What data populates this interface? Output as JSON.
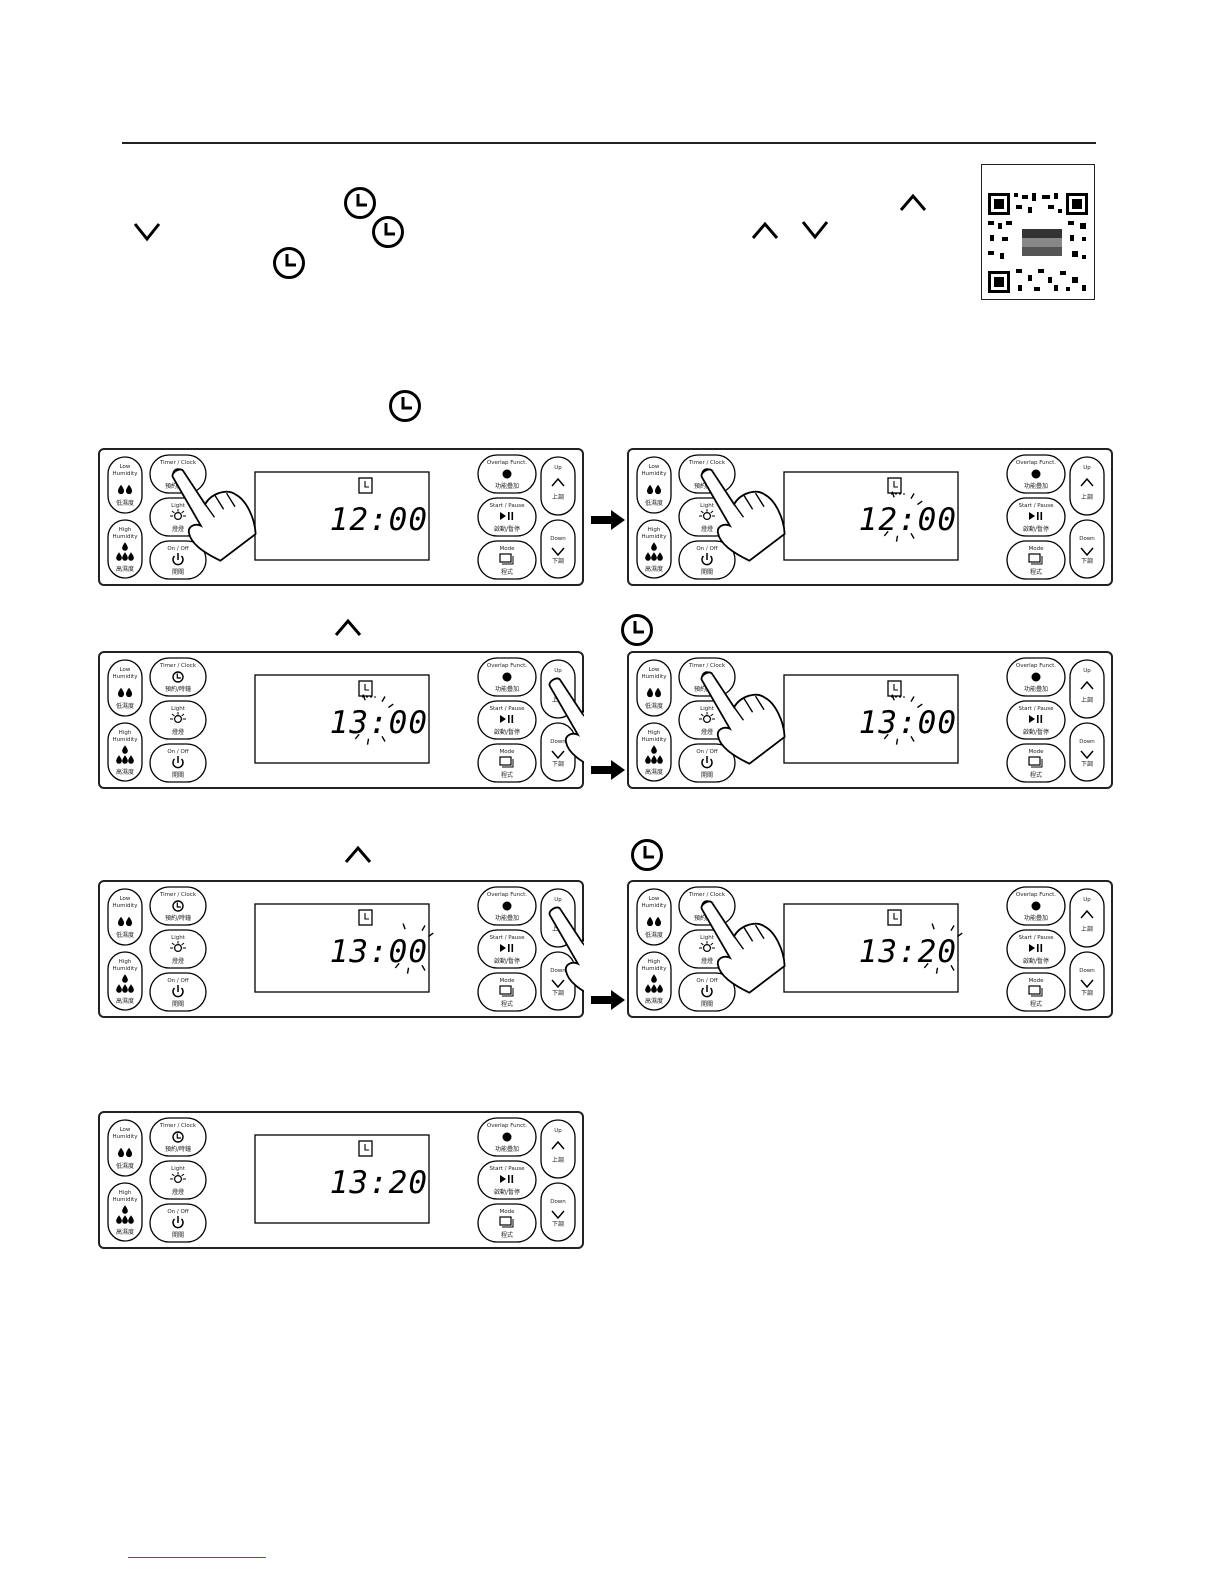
{
  "panel_labels": {
    "low_humidity": [
      "Low",
      "Humidity"
    ],
    "low_humidity_cn": "低濕度",
    "high_humidity": [
      "High",
      "Humidity"
    ],
    "high_humidity_cn": "高濕度",
    "timer": "Timer / Clock",
    "timer_cn": "預約/時鐘",
    "light": "Light",
    "light_cn": "燈燈",
    "onoff": "On / Off",
    "onoff_cn": "開關",
    "overlap": "Overlap Funct.",
    "overlap_cn": "功能疊加",
    "startpause": "Start / Pause",
    "startpause_cn": "啟動/暫停",
    "mode": "Mode",
    "mode_cn": "程式",
    "up": "Up",
    "up_cn": "上調",
    "down": "Down",
    "down_cn": "下調"
  },
  "displays": [
    {
      "time": "12:00",
      "state": "normal"
    },
    {
      "time": "12:00",
      "state": "all-blink"
    },
    {
      "time": "13:00",
      "state": "hour-blink"
    },
    {
      "time": "13:00",
      "state": "hour-blink"
    },
    {
      "time": "13:00",
      "state": "minute-blink"
    },
    {
      "time": "13:20",
      "state": "minute-blink"
    },
    {
      "time": "13:20",
      "state": "normal"
    }
  ],
  "icons": {
    "clock": "clock-icon",
    "up": "chevron-up-icon",
    "down": "chevron-down-icon",
    "qr": "qr-code",
    "arrow": "right-arrow-icon",
    "hand": "pointing-hand-icon"
  }
}
